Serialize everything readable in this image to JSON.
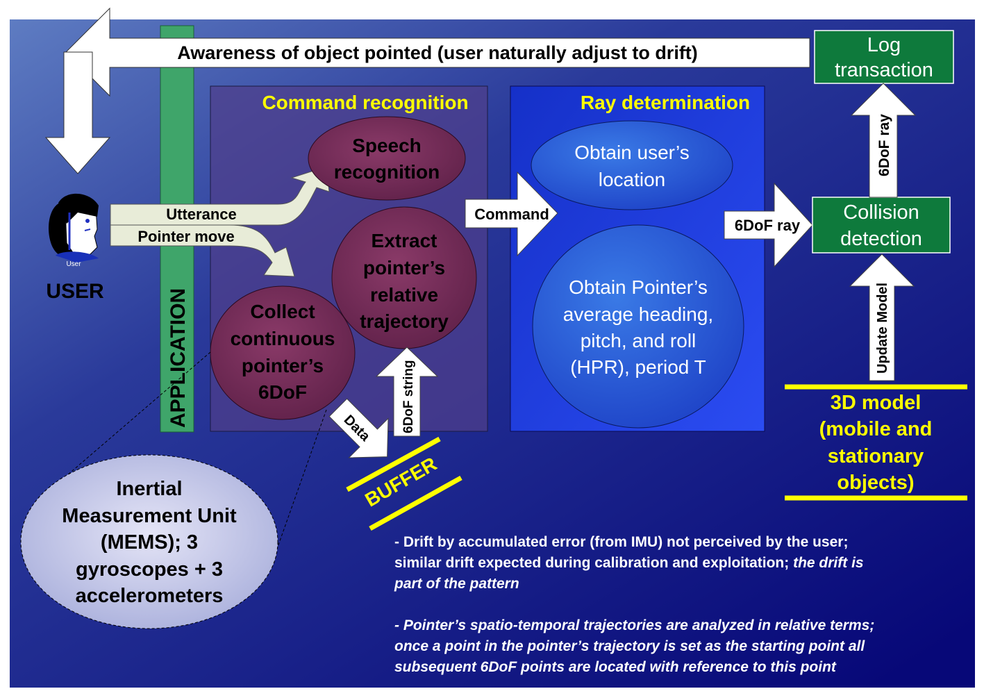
{
  "awareness": "Awareness of object pointed (user naturally adjust to drift)",
  "log": {
    "line1": "Log",
    "line2": "transaction"
  },
  "application": "APPLICATION",
  "user": {
    "caption": "User",
    "label": "USER"
  },
  "utterance": "Utterance",
  "pointer_move": "Pointer move",
  "command_recognition": {
    "title": "Command recognition",
    "speech": [
      "Speech",
      "recognition"
    ],
    "extract": [
      "Extract",
      "pointer’s",
      "relative",
      "trajectory"
    ],
    "collect": [
      "Collect",
      "continuous",
      "pointer’s",
      "6DoF"
    ]
  },
  "ray_determination": {
    "title": "Ray determination",
    "location": [
      "Obtain user’s",
      "location"
    ],
    "hpr": [
      "Obtain Pointer’s",
      "average heading,",
      "pitch, and roll",
      "(HPR), period T"
    ]
  },
  "command_arrow": "Command",
  "sixdof_ray": "6DoF ray",
  "sixdof_ray_vertical": "6DoF ray",
  "collision": [
    "Collision",
    "detection"
  ],
  "update_model": "Update Model",
  "model_3d": [
    "3D model",
    "(mobile and",
    "stationary",
    "objects)"
  ],
  "data_arrow": "Data",
  "sixdof_string": "6DoF string",
  "buffer": "BUFFER",
  "imu": [
    "Inertial",
    "Measurement Unit",
    "(MEMS); 3",
    "gyroscopes + 3",
    "accelerometers"
  ],
  "note1": {
    "line1": "- Drift by accumulated error (from IMU) not perceived by the user;",
    "line2a": "similar drift expected during calibration and exploitation; ",
    "line2b": "the drift is",
    "line3": "part of the pattern"
  },
  "note2": [
    "- Pointer’s spatio-temporal trajectories are analyzed in relative terms;",
    "once a point in the pointer’s trajectory is set as the starting point all",
    "subsequent 6DoF points are located with reference to this point"
  ],
  "colors": {
    "background_dark": "#0a0a6e",
    "background_light": "#3c5aa8",
    "green_box": "#0e7a3c",
    "application_bar": "#3fa56a",
    "ellipse_purple": "#7a2e5a",
    "ray_panel": "#1e3ae0",
    "yellow": "#ffff00"
  }
}
